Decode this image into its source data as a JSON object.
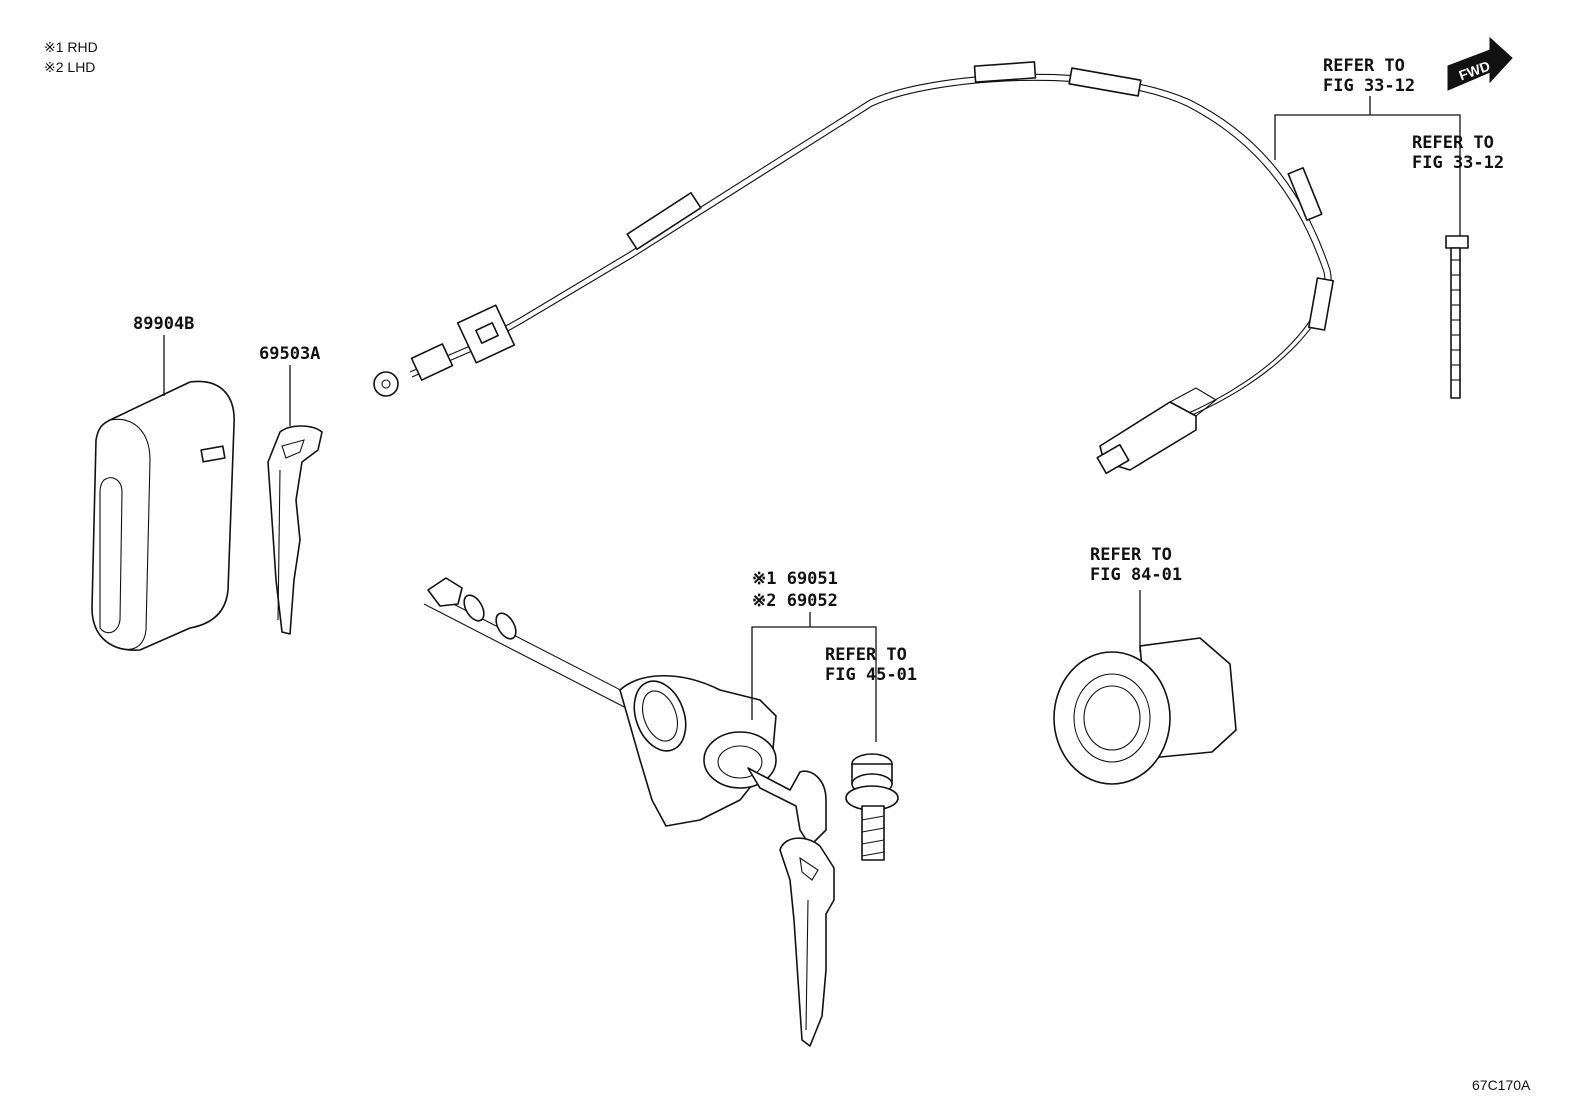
{
  "legend": {
    "line1": "※1 RHD",
    "line2": "※2 LHD"
  },
  "fwd_label": "FWD",
  "labels": {
    "refer_top1_a": "REFER TO",
    "refer_top1_b": "FIG 33-12",
    "refer_top2_a": "REFER TO",
    "refer_top2_b": "FIG 33-12",
    "part_89904b": "89904B",
    "part_69503a": "69503A",
    "part_69051": "※1 69051",
    "part_69052": "※2 69052",
    "refer_45_a": "REFER TO",
    "refer_45_b": "FIG 45-01",
    "refer_84_a": "REFER TO",
    "refer_84_b": "FIG 84-01"
  },
  "diagram_code": "67C170A"
}
